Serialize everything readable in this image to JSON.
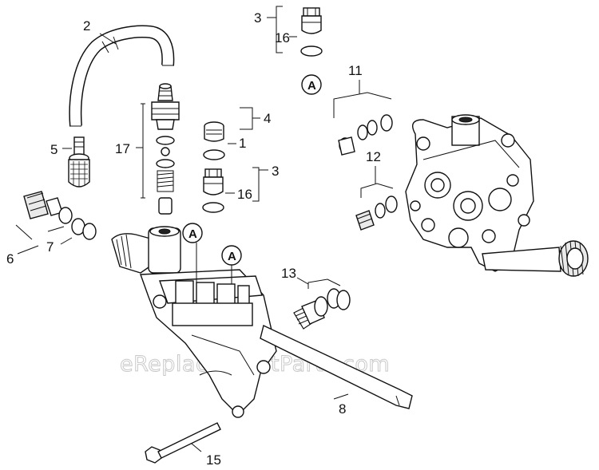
{
  "callouts": {
    "c1": "1",
    "c2": "2",
    "c3a": "3",
    "c3b": "3",
    "c4": "4",
    "c5": "5",
    "c6": "6",
    "c7": "7",
    "c8": "8",
    "c11": "11",
    "c12": "12",
    "c13": "13",
    "c15": "15",
    "c16a": "16",
    "c16b": "16",
    "c17": "17"
  },
  "markers": {
    "a1": "A",
    "a2": "A",
    "a3": "A"
  },
  "watermark": "eReplacementParts.com"
}
